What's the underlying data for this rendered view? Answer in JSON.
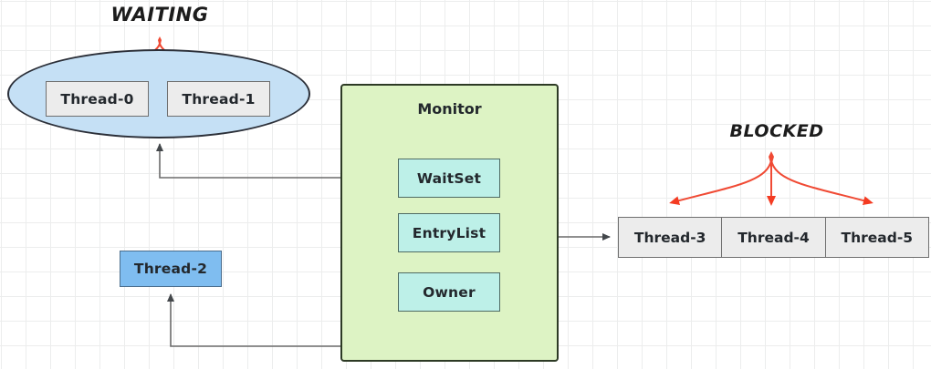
{
  "diagram": {
    "title_waiting": "WAITING",
    "title_blocked": "BLOCKED",
    "colors": {
      "waiting_ellipse_fill": "#c5e0f5",
      "waiting_ellipse_stroke": "#2b2f38",
      "monitor_fill": "#ddf3c4",
      "monitor_stroke": "#2d3a25",
      "monitor_slot_fill": "#bdf0e8",
      "monitor_slot_stroke": "#4f6b63",
      "thread_grey_fill": "#ececec",
      "thread_grey_stroke": "#6f6f6f",
      "thread_blue_fill": "#7fbdf0",
      "thread_blue_stroke": "#4a6d8c",
      "arrow_red": "#f43b22",
      "connector_grey": "#6b6b6b",
      "grid_line": "#eceded"
    }
  },
  "waiting_group": {
    "label": "WAITING",
    "threads": [
      {
        "label": "Thread-0"
      },
      {
        "label": "Thread-1"
      }
    ]
  },
  "blocked_group": {
    "label": "BLOCKED",
    "threads": [
      {
        "label": "Thread-3"
      },
      {
        "label": "Thread-4"
      },
      {
        "label": "Thread-5"
      }
    ]
  },
  "owner_thread": {
    "label": "Thread-2"
  },
  "monitor": {
    "title": "Monitor",
    "slots": [
      {
        "label": "WaitSet"
      },
      {
        "label": "EntryList"
      },
      {
        "label": "Owner"
      }
    ]
  },
  "connectors": [
    {
      "name": "waitset-to-waiting-ellipse",
      "from": "WaitSet",
      "to": "WAITING ellipse"
    },
    {
      "name": "entrylist-to-blocked-queue",
      "from": "EntryList",
      "to": "Thread-3"
    },
    {
      "name": "owner-to-thread-2",
      "from": "Owner",
      "to": "Thread-2"
    },
    {
      "name": "waiting-label-to-threads",
      "from": "WAITING",
      "to": "Thread-0, Thread-1"
    },
    {
      "name": "blocked-label-to-threads",
      "from": "BLOCKED",
      "to": "Thread-3, Thread-4, Thread-5"
    }
  ]
}
